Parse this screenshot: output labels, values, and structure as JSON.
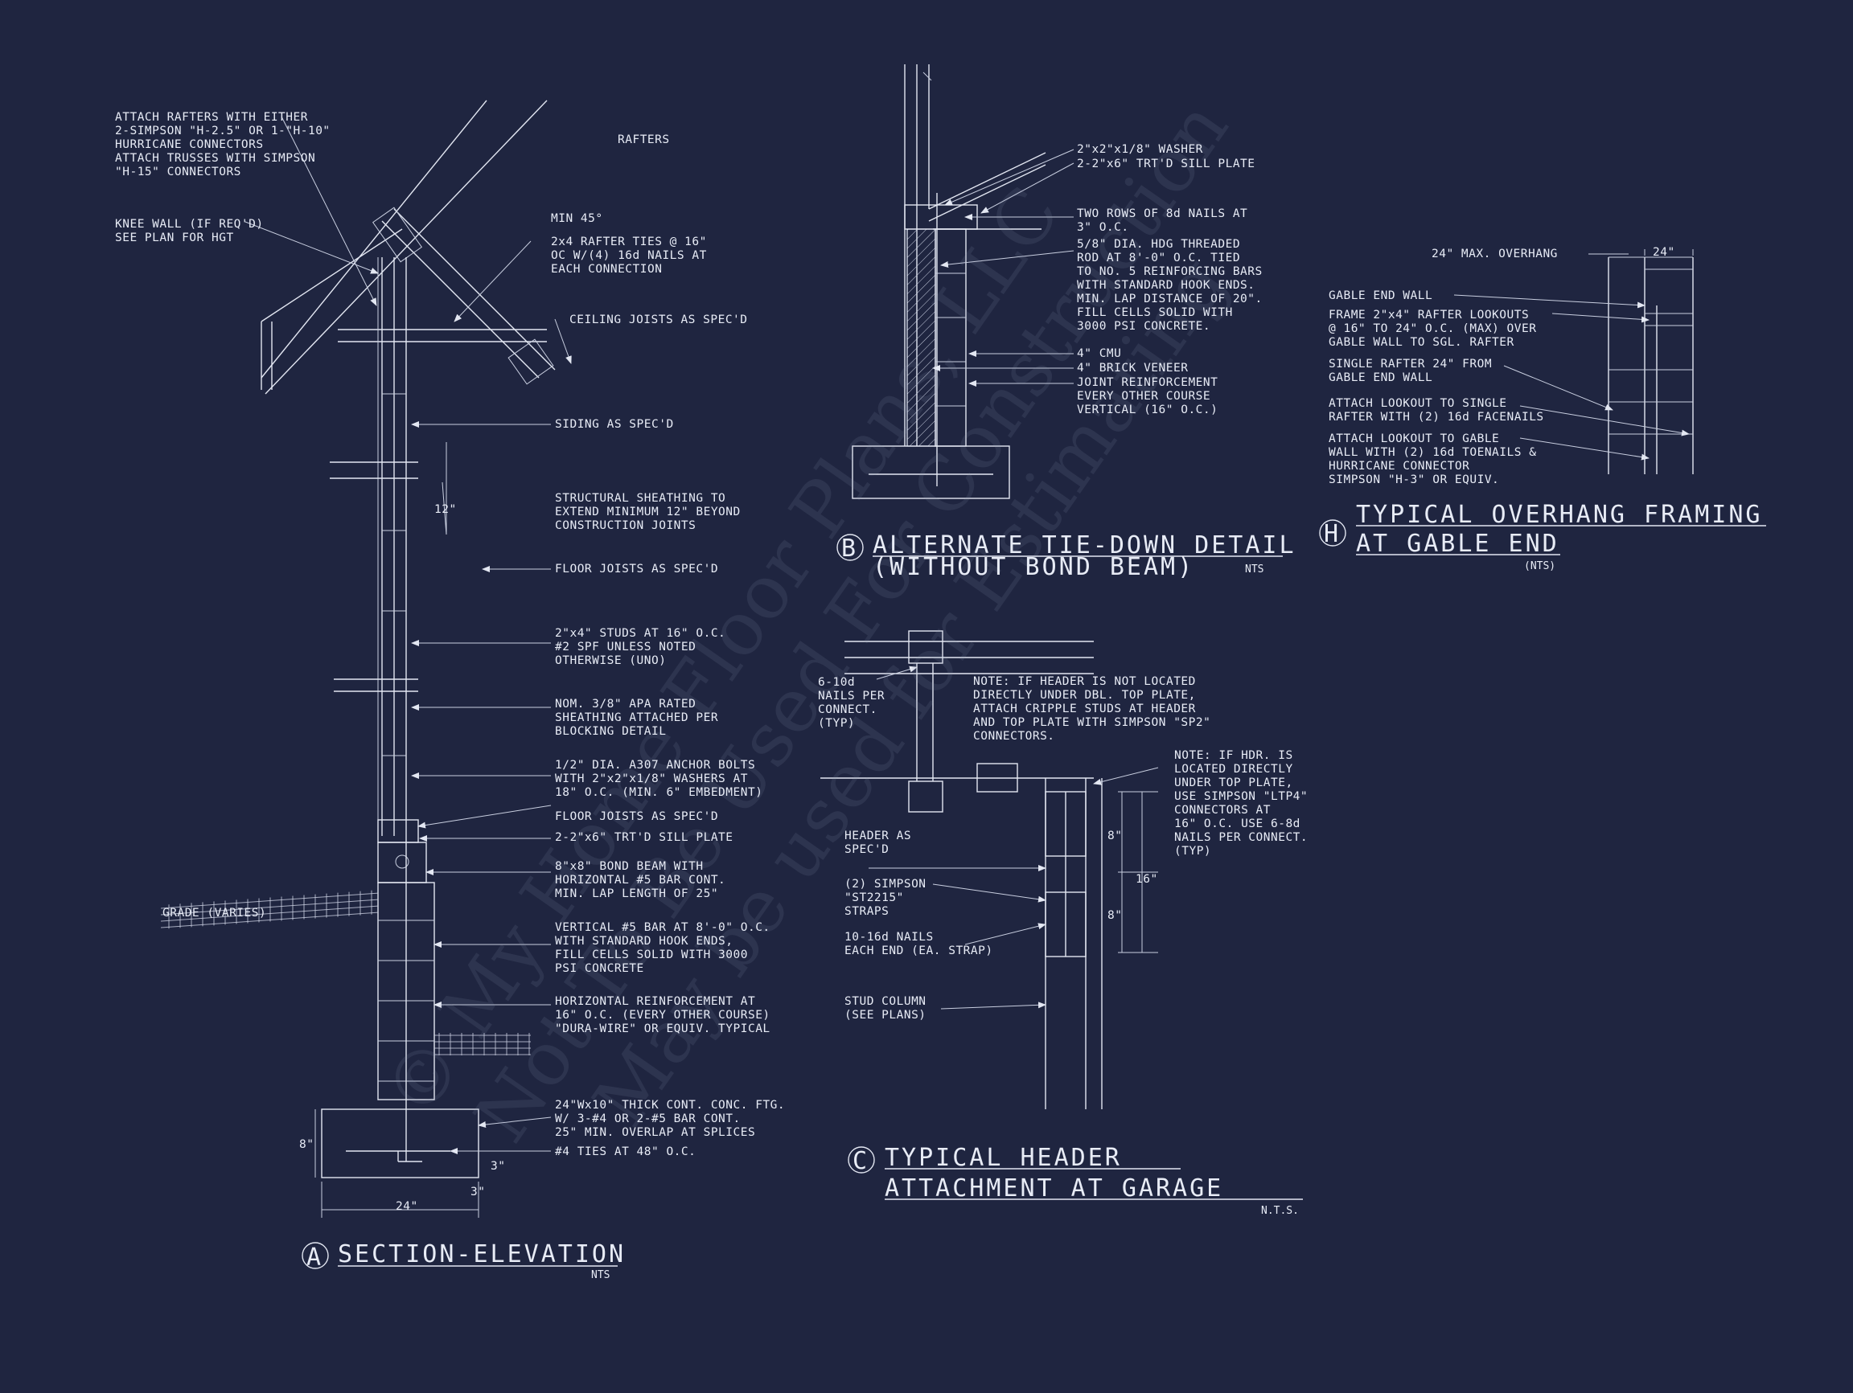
{
  "watermark": {
    "line1": "© My Home Floor Plans, LLC",
    "line2": "Not To Be Used For Construction",
    "line3": "May be used for Estimating"
  },
  "detailA": {
    "bubble": "A",
    "title": "SECTION-ELEVATION",
    "scale": "NTS",
    "rafters": "RAFTERS",
    "attach": [
      "ATTACH RAFTERS WITH EITHER",
      "2-SIMPSON \"H-2.5\" OR 1-\"H-10\"",
      "HURRICANE CONNECTORS",
      "ATTACH TRUSSES WITH SIMPSON",
      "\"H-15\" CONNECTORS"
    ],
    "knee": [
      "KNEE WALL (IF REQ'D)",
      "SEE PLAN FOR HGT"
    ],
    "min45": "MIN 45°",
    "rafterTies": [
      "2x4 RAFTER TIES @ 16\"",
      "OC W/(4) 16d NAILS AT",
      "EACH CONNECTION"
    ],
    "ceiling": "CEILING JOISTS AS SPEC'D",
    "siding": "SIDING AS SPEC'D",
    "sheathing": [
      "STRUCTURAL SHEATHING TO",
      "EXTEND MINIMUM 12\" BEYOND",
      "CONSTRUCTION JOINTS"
    ],
    "dim12": "12\"",
    "floor1": "FLOOR JOISTS AS SPEC'D",
    "studs": [
      "2\"x4\" STUDS AT 16\" O.C.",
      "#2 SPF UNLESS NOTED",
      "OTHERWISE (UNO)"
    ],
    "apa": [
      "NOM. 3/8\" APA RATED",
      "SHEATHING ATTACHED PER",
      "BLOCKING DETAIL"
    ],
    "anchor": [
      "1/2\" DIA. A307 ANCHOR BOLTS",
      "WITH 2\"x2\"x1/8\" WASHERS AT",
      "18\" O.C. (MIN. 6\" EMBEDMENT)"
    ],
    "floor2": "FLOOR JOISTS AS SPEC'D",
    "sill": "2-2\"x6\" TRT'D SILL PLATE",
    "bond": [
      "8\"x8\" BOND BEAM WITH",
      "HORIZONTAL #5 BAR CONT.",
      "MIN. LAP LENGTH OF 25\""
    ],
    "grade": "GRADE (VARIES)",
    "vertical": [
      "VERTICAL #5 BAR AT 8'-0\" O.C.",
      "WITH STANDARD HOOK ENDS,",
      "FILL CELLS SOLID WITH 3000",
      "PSI CONCRETE"
    ],
    "horizontal": [
      "HORIZONTAL REINFORCEMENT AT",
      "16\" O.C. (EVERY OTHER COURSE)",
      "\"DURA-WIRE\" OR EQUIV. TYPICAL"
    ],
    "footing": [
      "24\"Wx10\" THICK CONT. CONC. FTG.",
      "W/ 3-#4 OR 2-#5 BAR CONT.",
      "25\" MIN. OVERLAP AT SPLICES"
    ],
    "ties": "#4 TIES AT 48\" O.C.",
    "dim8": "8\"",
    "dim3a": "3\"",
    "dim3b": "3\"",
    "dim24": "24\""
  },
  "detailB": {
    "bubble": "B",
    "title1": "ALTERNATE TIE-DOWN DETAIL",
    "title2": "(WITHOUT BOND BEAM)",
    "scale": "NTS",
    "washer": "2\"x2\"x1/8\" WASHER",
    "sill": "2-2\"x6\" TRT'D SILL PLATE",
    "nails": [
      "TWO ROWS OF 8d NAILS AT",
      "3\" O.C."
    ],
    "rod": [
      "5/8\" DIA. HDG THREADED",
      "ROD AT 8'-0\" O.C. TIED",
      "TO NO. 5 REINFORCING BARS",
      "WITH STANDARD HOOK ENDS.",
      "MIN. LAP DISTANCE OF 20\".",
      "FILL CELLS SOLID WITH",
      "3000 PSI CONCRETE."
    ],
    "cmu": "4\" CMU",
    "brick": "4\" BRICK VENEER",
    "joint": [
      "JOINT REINFORCEMENT",
      "EVERY OTHER COURSE",
      "VERTICAL (16\" O.C.)"
    ]
  },
  "detailC": {
    "bubble": "C",
    "title1": "TYPICAL HEADER",
    "title2": "ATTACHMENT AT GARAGE",
    "scale": "N.T.S.",
    "nails6": [
      "6-10d",
      "NAILS PER",
      "CONNECT.",
      "(TYP)"
    ],
    "note1": [
      "NOTE: IF HEADER IS NOT LOCATED",
      "DIRECTLY UNDER DBL. TOP PLATE,",
      "ATTACH CRIPPLE STUDS AT HEADER",
      "AND TOP PLATE WITH SIMPSON \"SP2\"",
      "CONNECTORS."
    ],
    "note2": [
      "NOTE: IF HDR. IS",
      "LOCATED DIRECTLY",
      "UNDER TOP PLATE,",
      "USE SIMPSON \"LTP4\"",
      "CONNECTORS AT",
      "16\" O.C.  USE 6-8d",
      "NAILS PER CONNECT.",
      "(TYP)"
    ],
    "header": [
      "HEADER AS",
      "SPEC'D"
    ],
    "simpson": [
      "(2) SIMPSON",
      "\"ST2215\"",
      "STRAPS"
    ],
    "nails10": [
      "10-16d NAILS",
      "EACH END (EA. STRAP)"
    ],
    "stud": [
      "STUD COLUMN",
      "(SEE PLANS)"
    ],
    "dim8a": "8\"",
    "dim16": "16\"",
    "dim8b": "8\""
  },
  "detailH": {
    "bubble": "H",
    "title1": "TYPICAL OVERHANG FRAMING",
    "title2": "AT GABLE END",
    "scale": "(NTS)",
    "max": "24\" MAX. OVERHANG",
    "dim24": "24\"",
    "gable": "GABLE END WALL",
    "frame": [
      "FRAME 2\"x4\" RAFTER LOOKOUTS",
      "@ 16\" TO 24\" O.C. (MAX) OVER",
      "GABLE WALL TO SGL. RAFTER"
    ],
    "single": [
      "SINGLE RAFTER 24\" FROM",
      "GABLE END WALL"
    ],
    "attach1": [
      "ATTACH LOOKOUT TO SINGLE",
      "RAFTER WITH (2) 16d FACENAILS"
    ],
    "attach2": [
      "ATTACH LOOKOUT TO GABLE",
      "WALL WITH (2) 16d TOENAILS &",
      "HURRICANE CONNECTOR",
      "SIMPSON \"H-3\" OR EQUIV."
    ]
  }
}
